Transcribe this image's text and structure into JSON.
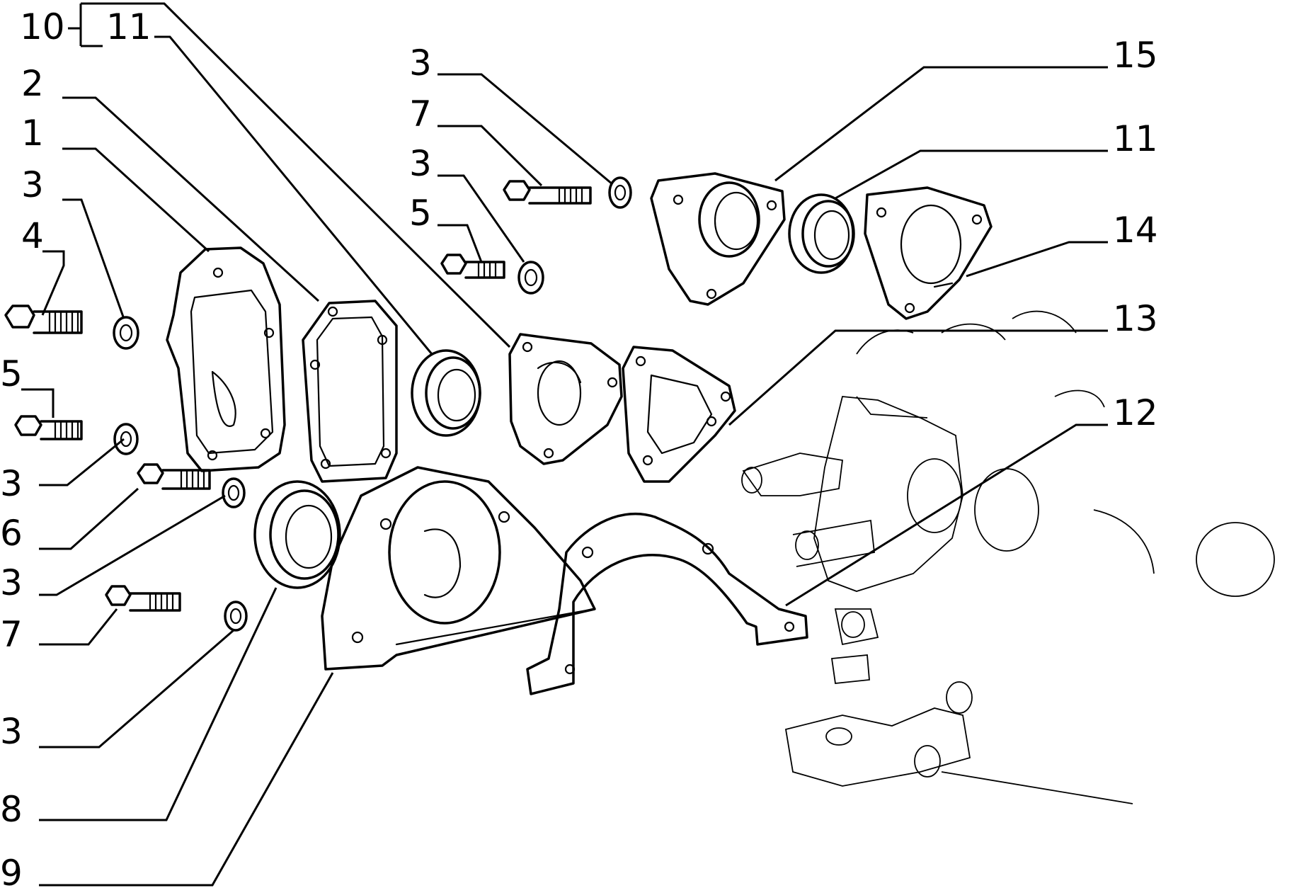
{
  "diagram": {
    "callouts": [
      "10",
      "11",
      "2",
      "1",
      "3",
      "4",
      "5",
      "3",
      "6",
      "3",
      "7",
      "3",
      "8",
      "9",
      "3",
      "7",
      "3",
      "5",
      "15",
      "11",
      "14",
      "13",
      "12"
    ]
  },
  "colors": {
    "ink": "#000000",
    "paper": "#ffffff"
  }
}
